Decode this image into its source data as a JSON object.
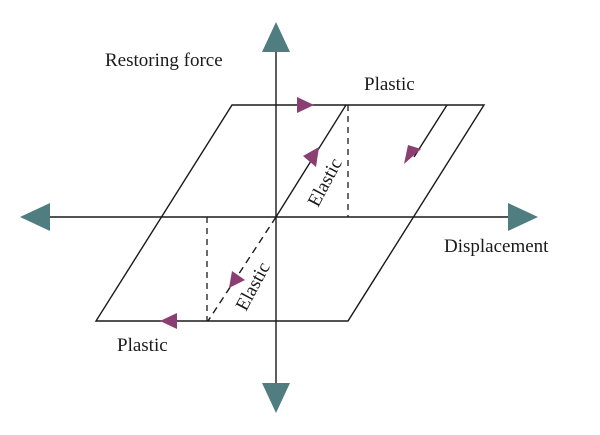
{
  "labels": {
    "y_axis": "Restoring force",
    "x_axis": "Displacement",
    "plastic_top": "Plastic",
    "plastic_bottom": "Plastic",
    "elastic_upper": "Elastic",
    "elastic_lower": "Elastic"
  },
  "colors": {
    "axis_arrow": "#4f7d80",
    "path_arrow": "#8a3e72",
    "line": "#1a1a1a"
  }
}
